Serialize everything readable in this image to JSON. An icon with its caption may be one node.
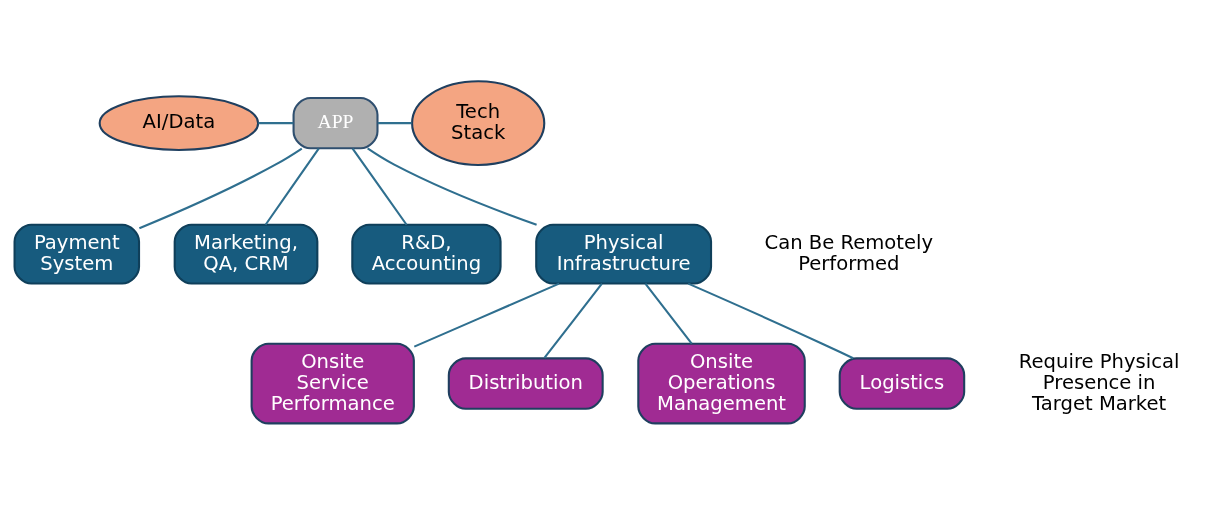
{
  "diagram": {
    "nodes": [
      {
        "text": [
          "APP"
        ]
      },
      {
        "text": [
          "AI/Data"
        ]
      },
      {
        "text": [
          "Tech Stack"
        ]
      },
      {
        "text": [
          "Payment System"
        ]
      },
      {
        "text": [
          "Marketing, QA, CRM"
        ]
      },
      {
        "text": [
          "R&D, Accounting"
        ]
      },
      {
        "text": [
          "Physical Infrastructure"
        ]
      },
      {
        "text": [
          "Onsite Service Performance"
        ]
      },
      {
        "text": [
          "Distribution"
        ]
      },
      {
        "text": [
          "Onsite Operations Management"
        ]
      },
      {
        "text": [
          "Logistics"
        ]
      }
    ],
    "edges": [
      {
        "from": 1,
        "to": 0,
        "arrow": "none"
      },
      {
        "from": 0,
        "to": 2,
        "arrow": "none"
      },
      {
        "from": 0,
        "to": 3,
        "arrow": "none"
      },
      {
        "from": 0,
        "to": 4,
        "arrow": "none"
      },
      {
        "from": 0,
        "to": 5,
        "arrow": "none"
      },
      {
        "from": 0,
        "to": 6,
        "arrow": "none"
      },
      {
        "from": 6,
        "to": 7,
        "arrow": "none"
      },
      {
        "from": 6,
        "to": 8,
        "arrow": "none"
      },
      {
        "from": 6,
        "to": 9,
        "arrow": "none"
      },
      {
        "from": 6,
        "to": 10,
        "arrow": "none"
      }
    ],
    "labels": [
      "Can Be Remotely Performed",
      "Require Physical Presence in Target Market"
    ]
  }
}
